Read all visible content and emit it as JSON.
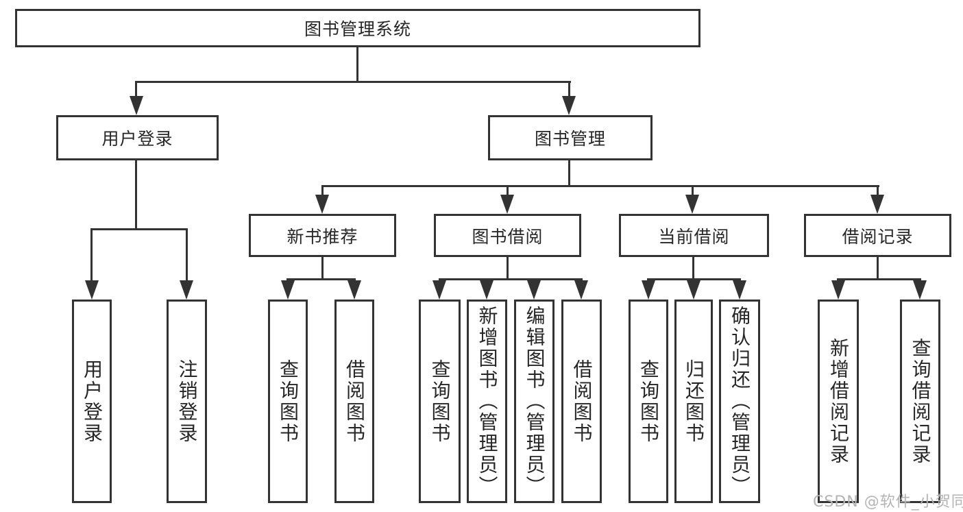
{
  "diagram": {
    "root": "图书管理系统",
    "branches": [
      {
        "label": "用户登录",
        "children": [
          "用户登录",
          "注销登录"
        ]
      },
      {
        "label": "图书管理",
        "groups": [
          {
            "label": "新书推荐",
            "children": [
              "查询图书",
              "借阅图书"
            ]
          },
          {
            "label": "图书借阅",
            "children": [
              "查询图书",
              "新增图书（管理员）",
              "编辑图书（管理员）",
              "借阅图书"
            ]
          },
          {
            "label": "当前借阅",
            "children": [
              "查询图书",
              "归还图书",
              "确认归还（管理员）"
            ]
          },
          {
            "label": "借阅记录",
            "children": [
              "新增借阅记录",
              "查询借阅记录"
            ]
          }
        ]
      }
    ]
  },
  "watermark": "CSDN @软件_小贺同学",
  "colors": {
    "line": "#333333",
    "text": "#262626",
    "background": "#ffffff",
    "watermark": "#b4b4b4"
  }
}
